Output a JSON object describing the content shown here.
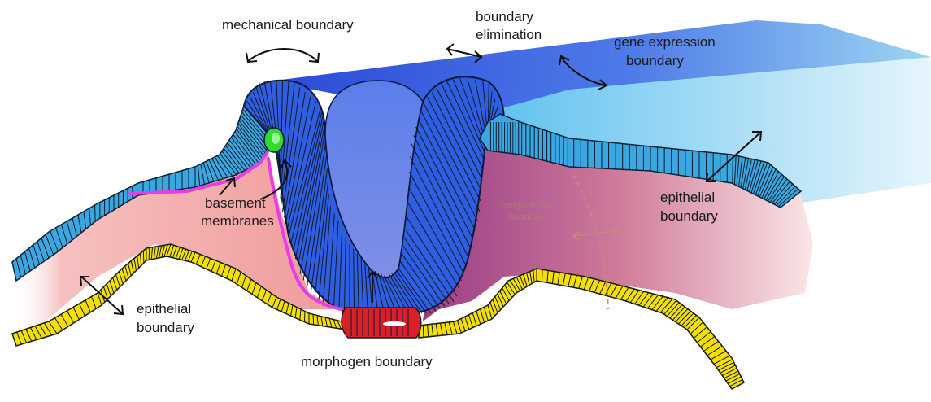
{
  "labels": {
    "mechanical_boundary": "mechanical boundary",
    "boundary_elimination_line1": "boundary",
    "boundary_elimination_line2": "elimination",
    "gene_expression_line1": "gene expression",
    "gene_expression_line2": "boundary",
    "basement_line1": "basement",
    "basement_line2": "membranes",
    "compartment_line1": "compartment",
    "compartment_line2": "boundary",
    "epithelial_right_line1": "epithelial",
    "epithelial_right_line2": "boundary",
    "epithelial_left_line1": "epithelial",
    "epithelial_left_line2": "boundary",
    "morphogen": "morphogen boundary"
  },
  "colors": {
    "ridge_blue": "#2f5fe0",
    "light_blue": "#3aa7e0",
    "pale_blue": "#9fd8f0",
    "tissue_pink": "#f3a7a7",
    "mauve": "#b3578a",
    "yellow": "#f4e000",
    "red": "#d8202a",
    "magenta": "#e83ce8",
    "green": "#2ddc2d"
  }
}
